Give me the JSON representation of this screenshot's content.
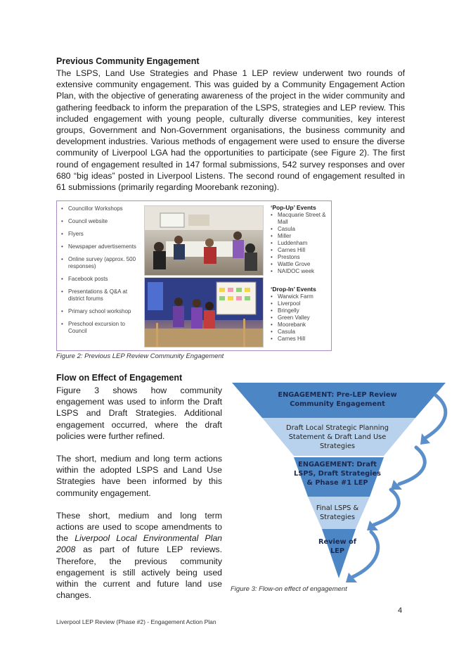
{
  "previous": {
    "heading": "Previous Community Engagement",
    "paragraph": "The LSPS, Land Use Strategies and Phase 1 LEP review underwent two rounds of extensive community engagement. This was guided by a Community Engagement Action Plan, with the objective of generating awareness of the project in the wider community and gathering feedback to inform the preparation of the LSPS, strategies and LEP review. This included engagement with young people, culturally diverse communities, key interest groups, Government and Non-Government organisations, the business community and development industries. Various methods of engagement were used to ensure the diverse community of Liverpool LGA had the opportunities to participate (see Figure 2). The first round of engagement resulted in 147 formal submissions, 542 survey responses and over 680 “big ideas” posted in Liverpool Listens. The second round of engagement resulted in 61 submissions (primarily regarding Moorebank rezoning)."
  },
  "figure2": {
    "methods": [
      "Councillor Workshops",
      "Council website",
      "Flyers",
      "Newspaper advertisements",
      "Online survey (approx. 500 responses)",
      "Facebook posts",
      "Presentations & Q&A at district forums",
      "Primary school workshop",
      "Preschool excursion to Council"
    ],
    "popup_title": "‘Pop-Up’ Events",
    "popup_items": [
      "Macquarie Street & Mall",
      "Casula",
      "Miller",
      "Luddenham",
      "Carnes Hill",
      "Prestons",
      "Wattle Grove",
      "NAIDOC week"
    ],
    "dropin_title": "‘Drop-In’ Events",
    "dropin_items": [
      "Warwick Farm",
      "Liverpool",
      "Bringelly",
      "Green Valley",
      "Moorebank",
      "Casula",
      "Carnes Hill"
    ],
    "caption": "Figure 2: Previous LEP Review Community Engagement"
  },
  "flow": {
    "heading": "Flow on Effect of Engagement",
    "p1": "Figure 3 shows how community engagement was used to inform the Draft LSPS and Draft Strategies. Additional engagement occurred, where the draft policies were further refined.",
    "p2": "The short, medium and long term actions within the adopted LSPS and Land Use Strategies have been informed by this community engagement.",
    "p3_before": "These short, medium and long term actions are used to scope amendments to the ",
    "p3_italic": "Liverpool Local Environmental Plan 2008",
    "p3_after": " as part of future LEP reviews. Therefore, the previous community engagement is still actively being used within the current and future land use changes."
  },
  "figure3": {
    "levels": [
      "ENGAGEMENT: Pre-LEP Review Community Engagement",
      "Draft Local Strategic Planning Statement & Draft Land Use Strategies",
      "ENGAGEMENT:  Draft LSPS, Draft Strategies & Phase #1 LEP",
      "Final LSPS & Strategies",
      "Review of LEP"
    ],
    "caption": "Figure 3: Flow-on effect of engagement",
    "colors": {
      "dark": "#4d86c4",
      "light": "#b8d2ed",
      "arrow": "#5b8fcb"
    }
  },
  "footer": {
    "page_number": "4",
    "text": "Liverpool LEP Review (Phase #2) - Engagement Action Plan"
  }
}
